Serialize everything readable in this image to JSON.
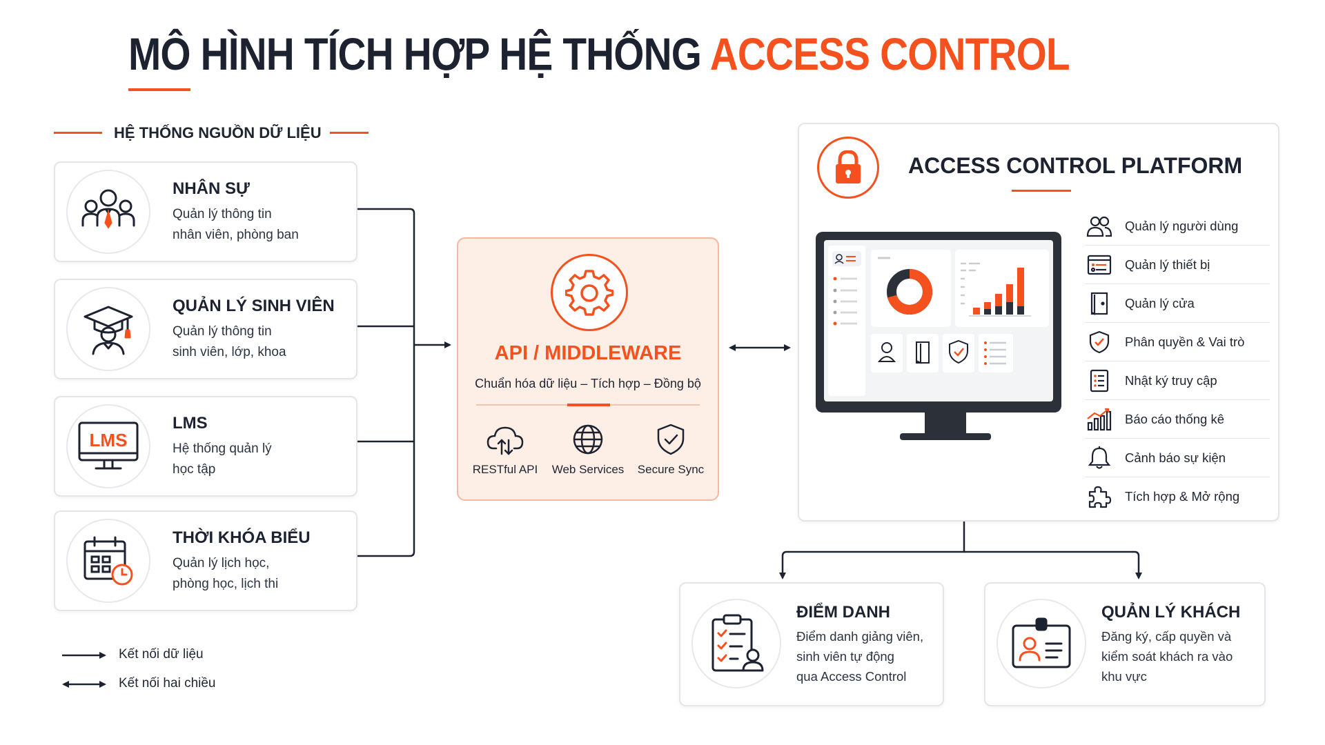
{
  "title": {
    "main": "MÔ HÌNH TÍCH HỢP HỆ THỐNG ",
    "accent": "ACCESS CONTROL"
  },
  "source_section": {
    "label": "HỆ THỐNG NGUỒN DỮ LIỆU"
  },
  "sources": [
    {
      "title": "NHÂN SỰ",
      "desc1": "Quản lý thông tin",
      "desc2": "nhân viên, phòng ban",
      "icon": "people-icon"
    },
    {
      "title": "QUẢN LÝ SINH VIÊN",
      "desc1": "Quản lý thông tin",
      "desc2": "sinh viên, lớp, khoa",
      "icon": "graduation-icon"
    },
    {
      "title": "LMS",
      "desc1": "Hệ thống quản lý",
      "desc2": "học tập",
      "icon": "lms-monitor-icon",
      "icon_text": "LMS"
    },
    {
      "title": "THỜI KHÓA BIỂU",
      "desc1": "Quản lý lịch học,",
      "desc2": "phòng học, lịch thi",
      "icon": "calendar-clock-icon"
    }
  ],
  "middleware": {
    "title": "API / MIDDLEWARE",
    "subtitle": "Chuẩn hóa dữ liệu – Tích hợp – Đồng bộ",
    "items": [
      {
        "label": "RESTful API",
        "icon": "cloud-sync-icon"
      },
      {
        "label": "Web Services",
        "icon": "globe-icon"
      },
      {
        "label": "Secure Sync",
        "icon": "shield-check-icon"
      }
    ]
  },
  "platform": {
    "title": "ACCESS CONTROL PLATFORM",
    "features": [
      {
        "label": "Quản lý người dùng",
        "icon": "users-icon"
      },
      {
        "label": "Quản lý thiết bị",
        "icon": "device-icon"
      },
      {
        "label": "Quản lý cửa",
        "icon": "door-icon"
      },
      {
        "label": "Phân quyền & Vai trò",
        "icon": "shield-check-icon"
      },
      {
        "label": "Nhật ký truy cập",
        "icon": "log-icon"
      },
      {
        "label": "Báo cáo thống kê",
        "icon": "chart-icon"
      },
      {
        "label": "Cảnh báo sự kiện",
        "icon": "bell-icon"
      },
      {
        "label": "Tích hợp & Mở rộng",
        "icon": "puzzle-icon"
      }
    ]
  },
  "outputs": [
    {
      "title": "ĐIỂM DANH",
      "desc1": "Điểm danh giảng viên,",
      "desc2": "sinh viên tự động",
      "desc3": "qua Access Control",
      "icon": "checklist-user-icon"
    },
    {
      "title": "QUẢN LÝ KHÁCH",
      "desc1": "Đăng ký, cấp quyền và",
      "desc2": "kiểm soát khách ra vào",
      "desc3": "khu vực",
      "icon": "id-badge-icon"
    }
  ],
  "legend": [
    {
      "label": "Kết nối dữ liệu",
      "type": "one-way"
    },
    {
      "label": "Kết nối hai chiều",
      "type": "two-way"
    }
  ],
  "colors": {
    "accent": "#f4511e",
    "dark": "#1d2230",
    "border": "#e3e5e9",
    "middleware_bg": "#fdeee6"
  }
}
